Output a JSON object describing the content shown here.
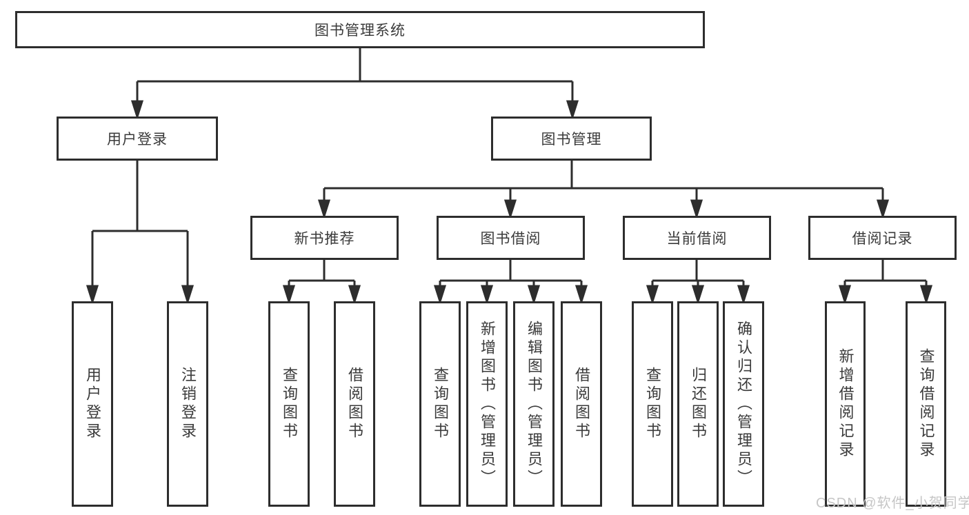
{
  "diagram": {
    "root": {
      "label": "图书管理系统"
    },
    "branches": [
      {
        "label": "用户登录",
        "children": [
          {
            "label": "用户登录"
          },
          {
            "label": "注销登录"
          }
        ]
      },
      {
        "label": "图书管理",
        "children": [
          {
            "label": "新书推荐",
            "children": [
              {
                "label": "查询图书"
              },
              {
                "label": "借阅图书"
              }
            ]
          },
          {
            "label": "图书借阅",
            "children": [
              {
                "label": "查询图书"
              },
              {
                "label": "新增图书（管理员）"
              },
              {
                "label": "编辑图书（管理员）"
              },
              {
                "label": "借阅图书"
              }
            ]
          },
          {
            "label": "当前借阅",
            "children": [
              {
                "label": "查询图书"
              },
              {
                "label": "归还图书"
              },
              {
                "label": "确认归还（管理员）"
              }
            ]
          },
          {
            "label": "借阅记录",
            "children": [
              {
                "label": "新增借阅记录"
              },
              {
                "label": "查询借阅记录"
              }
            ]
          }
        ]
      }
    ]
  },
  "watermark": {
    "text": "CSDN @软件_小贺同学"
  },
  "colors": {
    "line": "#2d2d2d",
    "box_border": "#2d2d2d",
    "box_fill": "#ffffff",
    "text": "#3a3a3a",
    "watermark": "#c6c6c6"
  }
}
